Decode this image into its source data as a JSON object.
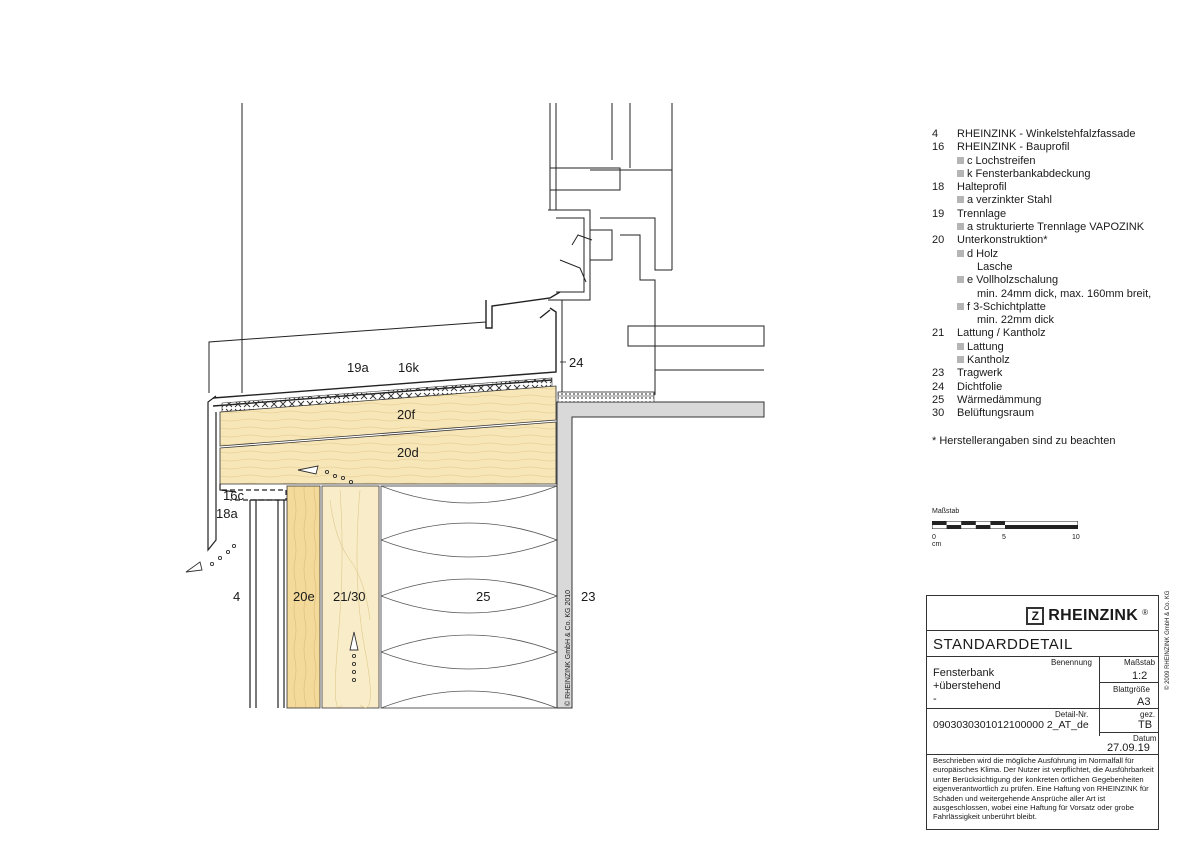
{
  "drawing": {
    "labels": {
      "l19a": "19a",
      "l16k": "16k",
      "l24": "24",
      "l20f": "20f",
      "l20d": "20d",
      "l16c": "16c",
      "l18a": "18a",
      "l4": "4",
      "l20e": "20e",
      "l2130": "21/30",
      "l25": "25",
      "l23": "23"
    },
    "copyright_vertical": "© RHEINZINK GmbH & Co. KG 2010"
  },
  "legend": {
    "items": [
      {
        "num": "4",
        "text": "RHEINZINK - Winkelstehfalzfassade"
      },
      {
        "num": "16",
        "text": "RHEINZINK - Bauprofil"
      },
      {
        "sub": "c  Lochstreifen"
      },
      {
        "sub": "k  Fensterbankabdeckung"
      },
      {
        "num": "18",
        "text": "Halteprofil"
      },
      {
        "sub": "a  verzinkter Stahl"
      },
      {
        "num": "19",
        "text": "Trennlage"
      },
      {
        "sub": "a  strukturierte Trennlage VAPOZINK"
      },
      {
        "num": "20",
        "text": "Unterkonstruktion*"
      },
      {
        "sub": "d Holz"
      },
      {
        "cont": "Lasche"
      },
      {
        "sub": "e  Vollholzschalung"
      },
      {
        "cont": "min. 24mm dick, max. 160mm breit,"
      },
      {
        "sub": "f  3-Schichtplatte"
      },
      {
        "cont": "min. 22mm dick"
      },
      {
        "num": "21",
        "text": "Lattung / Kantholz"
      },
      {
        "sub": "Lattung"
      },
      {
        "sub": "Kantholz"
      },
      {
        "num": "23",
        "text": "Tragwerk"
      },
      {
        "num": "24",
        "text": "Dichtfolie"
      },
      {
        "num": "25",
        "text": "Wärmedämmung"
      },
      {
        "num": "30",
        "text": "Belüftungsraum"
      }
    ],
    "note": "* Herstellerangaben sind zu beachten"
  },
  "scale": {
    "title": "Maßstab",
    "labels": [
      "0 cm",
      "5",
      "10"
    ]
  },
  "title_block": {
    "logo_mark": "Z",
    "logo_text": "RHEINZINK",
    "logo_reg": "®",
    "standard": "STANDARDDETAIL",
    "benennung_label": "Benennung",
    "benennung": [
      "Fensterbank",
      "+überstehend",
      "-"
    ],
    "massstab_label": "Maßstab",
    "massstab": "1:2",
    "blattgroesse_label": "Blattgröße",
    "blattgroesse": "A3",
    "detail_nr_label": "Detail-Nr.",
    "detail_nr": "0903030301012100000 2_AT_de",
    "gez_label": "gez.",
    "gez": "TB",
    "datum_label": "Datum",
    "datum": "27.09.19",
    "description": "Beschrieben wird die mögliche Ausführung im Normalfall für europäisches Klima. Der Nutzer ist verpflichtet, die Ausführbarkeit unter Berücksichtigung der konkreten örtlichen Gegebenheiten eigenverantwortlich zu prüfen. Eine Haftung von RHEINZINK für Schäden und weitergehende Ansprüche aller Art ist ausgeschlossen, wobei eine Haftung für Vorsatz oder grobe Fahrlässigkeit unberührt bleibt.",
    "copyright_vertical": "© 2009 RHEINZINK GmbH & Co. KG"
  }
}
